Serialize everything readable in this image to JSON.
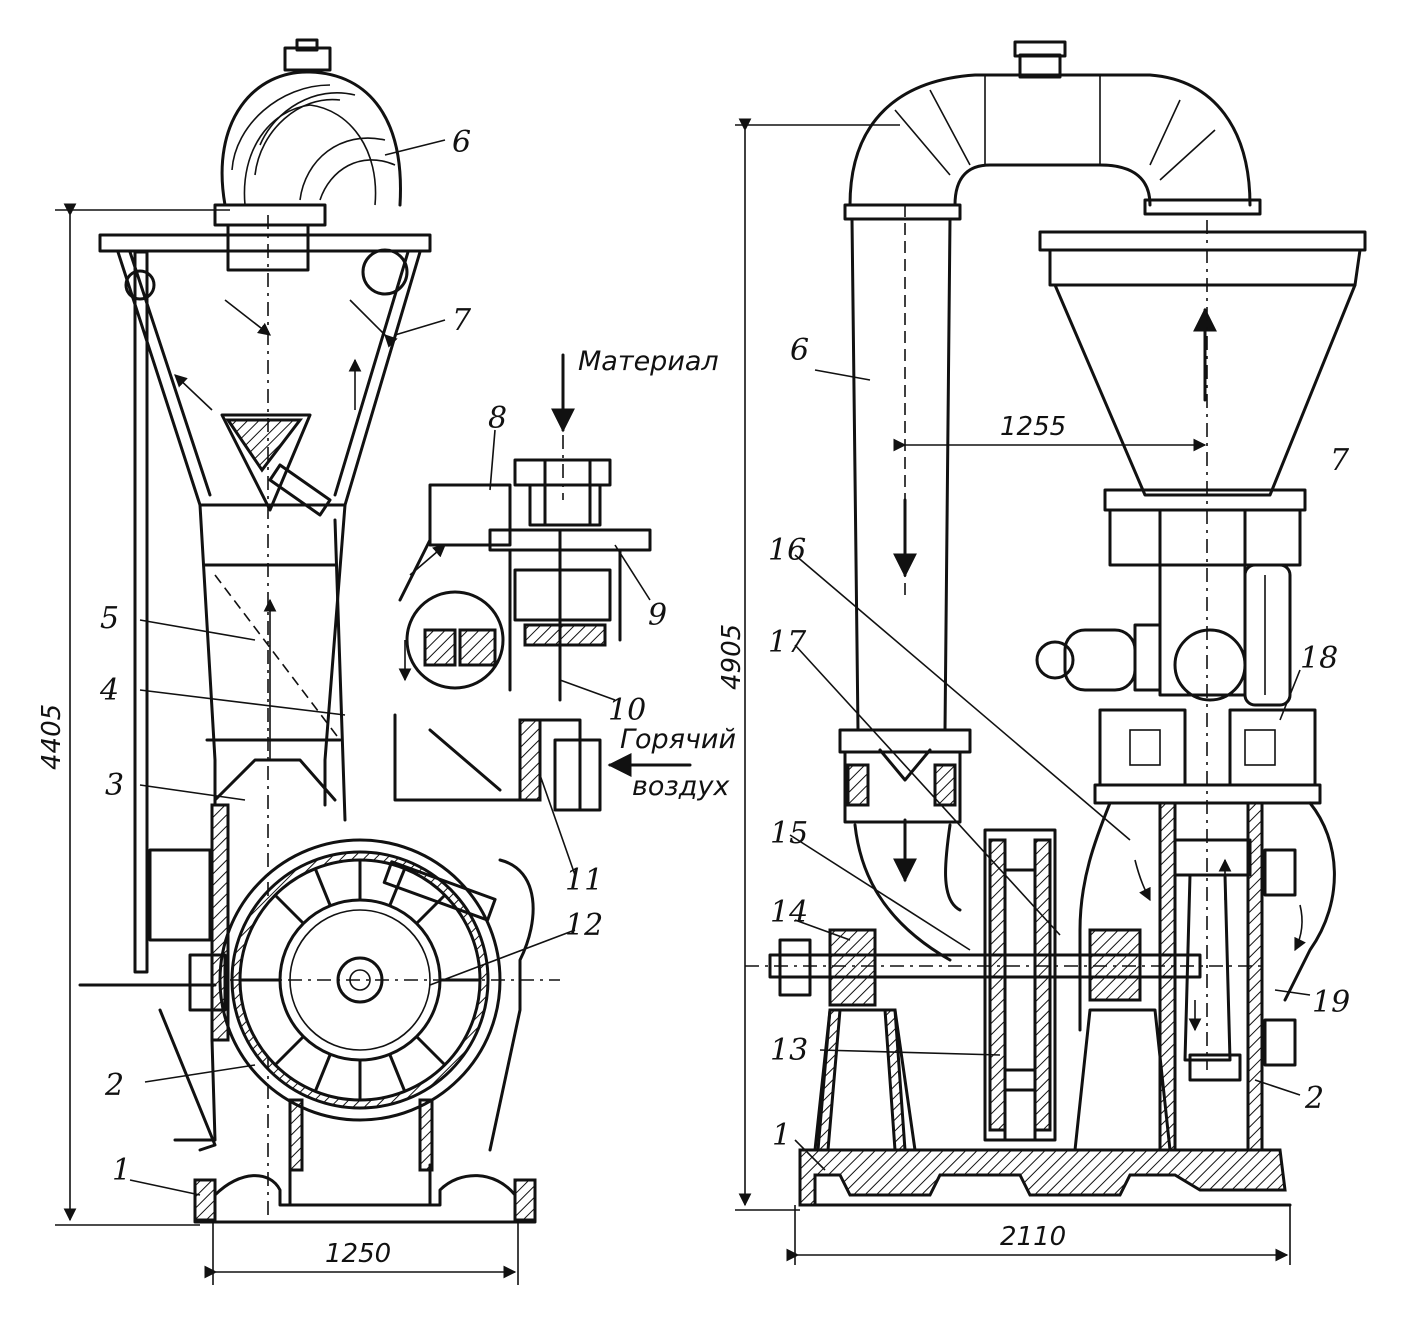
{
  "left_view": {
    "callouts": [
      "1",
      "2",
      "3",
      "4",
      "5",
      "6",
      "7",
      "8",
      "9",
      "10",
      "11",
      "12"
    ],
    "text_material": "Материал",
    "text_hot": "Горячий",
    "text_air": "воздух",
    "dim_height": "4405",
    "dim_width": "1250"
  },
  "right_view": {
    "callouts": [
      "1",
      "2",
      "6",
      "7",
      "13",
      "14",
      "15",
      "16",
      "17",
      "18",
      "19"
    ],
    "dim_height": "4905",
    "dim_width": "2110",
    "dim_center": "1255"
  }
}
